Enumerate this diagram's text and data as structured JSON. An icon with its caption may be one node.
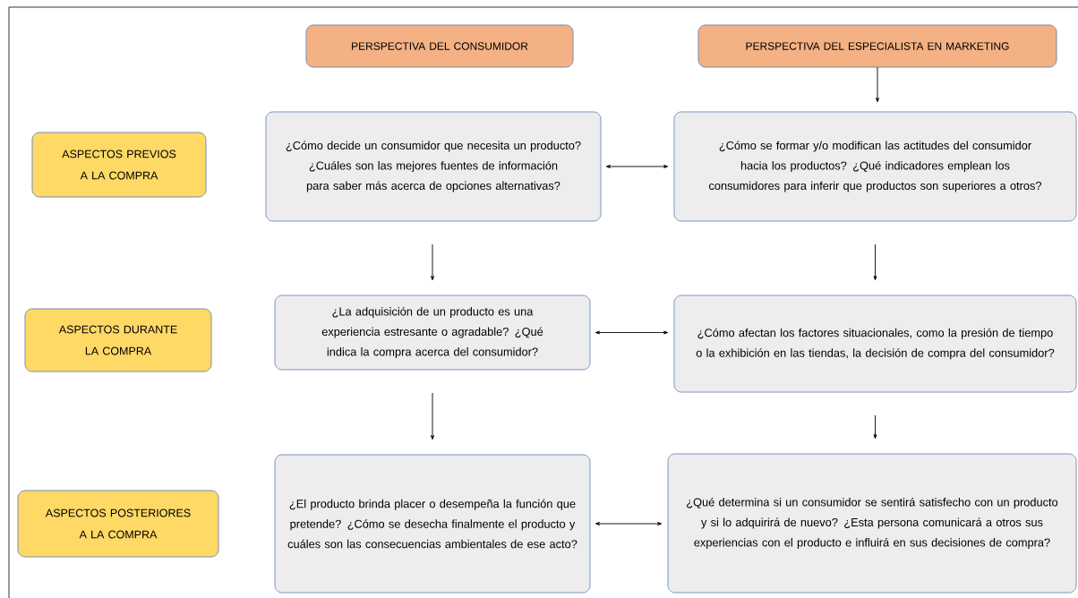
{
  "diagram": {
    "nodes": [
      {
        "text": [
          "PERSPECTIVA DEL CONSUMIDOR"
        ]
      },
      {
        "text": [
          "PERSPECTIVA DEL ESPECIALISTA EN MARKETING"
        ]
      },
      {
        "text": [
          "ASPECTOS PREVIOS A LA COMPRA"
        ]
      },
      {
        "text": [
          "¿Cómo decide un consumidor que necesita un producto? ¿Cuáles son las mejores fuentes de información para saber más acerca de opciones alternativas?"
        ]
      },
      {
        "text": [
          "¿Cómo se formar y/o modifican las actitudes del consumidor hacia los productos? ¿Qué indicadores emplean los consumidores para inferir que productos son superiores a otros?"
        ]
      },
      {
        "text": [
          "ASPECTOS DURANTE LA COMPRA"
        ]
      },
      {
        "text": [
          "¿La adquisición de un producto es una experiencia estresante o agradable? ¿Qué indica la compra acerca del consumidor?"
        ]
      },
      {
        "text": [
          "¿Cómo afectan los factores situacionales, como la presión de tiempo o la exhibición en las tiendas, la decisión de compra del consumidor?"
        ]
      },
      {
        "text": [
          "ASPECTOS POSTERIORES A LA COMPRA"
        ]
      },
      {
        "text": [
          "¿El producto brinda placer o desempeña la función que pretende? ¿Cómo se desecha finalmente el producto y cuáles son las consecuencias ambientales de ese acto?"
        ]
      },
      {
        "text": [
          "¿Qué determina si un consumidor se sentirá satisfecho con un producto y si lo adquirirá de nuevo? ¿Esta persona comunicará a otros sus experiencias con el producto e influirá en sus decisiones de compra?"
        ]
      }
    ],
    "edges": [
      {
        "from": 1,
        "to": 4,
        "arrow": "to"
      },
      {
        "from": 3,
        "to": 4,
        "arrow": "both"
      },
      {
        "from": 3,
        "to": 6,
        "arrow": "to"
      },
      {
        "from": 4,
        "to": 7,
        "arrow": "to"
      },
      {
        "from": 6,
        "to": 7,
        "arrow": "both"
      },
      {
        "from": 6,
        "to": 9,
        "arrow": "to"
      },
      {
        "from": 7,
        "to": 10,
        "arrow": "to"
      },
      {
        "from": 9,
        "to": 10,
        "arrow": "both"
      }
    ]
  }
}
